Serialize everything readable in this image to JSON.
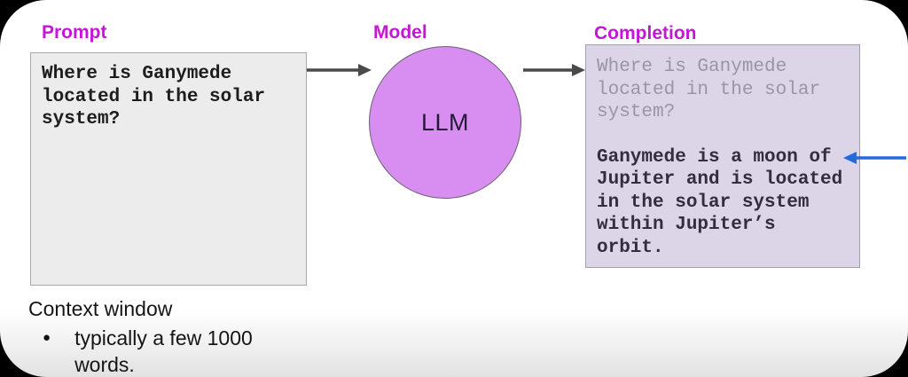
{
  "colors": {
    "accent_magenta": "#c516d6",
    "arrow_dark": "#4a4a4a",
    "arrow_blue": "#2569dd",
    "circle_fill": "#d88df1",
    "prompt_box_bg": "#ececec",
    "completion_box_bg": "#dcd5e8"
  },
  "diagram": {
    "prompt": {
      "label": "Prompt",
      "text": "Where is Ganymede\nlocated in the solar\nsystem?"
    },
    "model": {
      "label": "Model",
      "node_text": "LLM"
    },
    "completion": {
      "label": "Completion",
      "echoed_prompt": "Where is Ganymede\nlocated in the solar\nsystem?",
      "response": "Ganymede is a moon of\nJupiter and is located\nin the solar system\nwithin Jupiter’s\norbit."
    }
  },
  "notes": {
    "heading": "Context window",
    "bullet_marker": "●",
    "bullets": [
      "typically a few 1000\nwords."
    ]
  }
}
